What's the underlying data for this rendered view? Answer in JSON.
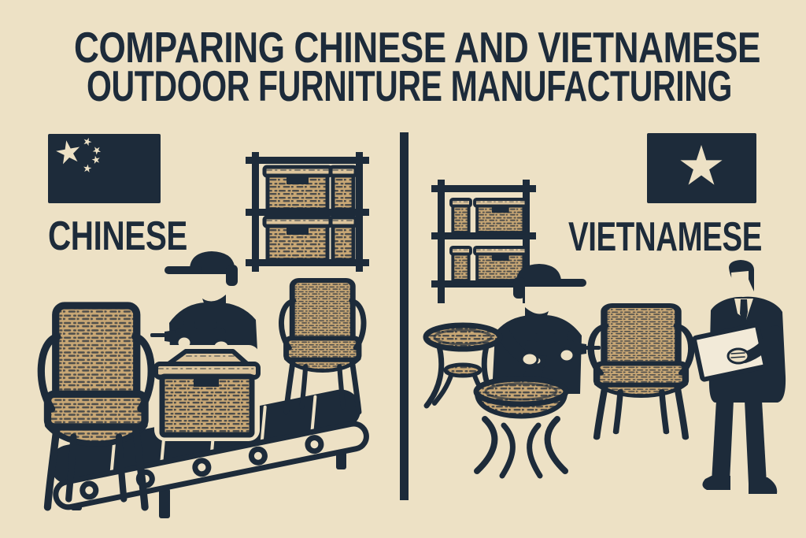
{
  "title": {
    "line1": "COMPARING CHINESE AND VIETNAMESE",
    "line2": "OUTDOOR FURNITURE MANUFACTURING"
  },
  "panels": {
    "left": {
      "label": "CHINESE",
      "flag": "china-flag",
      "elements": [
        "china-flag",
        "storage-rack-with-baskets",
        "assembly-worker-with-drill",
        "wicker-armchair-large",
        "wicker-armchair-small",
        "wicker-storage-box",
        "conveyor-belt"
      ]
    },
    "right": {
      "label": "VIETNAMESE",
      "flag": "vietnam-flag",
      "elements": [
        "vietnam-flag",
        "storage-rack-with-baskets",
        "assembly-worker-with-drill",
        "round-wicker-table-small",
        "round-wicker-table-large",
        "wicker-armchair",
        "inspector-with-clipboard"
      ]
    }
  },
  "colors": {
    "bg": "#ede1c5",
    "ink": "#1d2b3a",
    "wicker": "#c8a775",
    "wicker_light": "#dcc49c",
    "paper": "#f2ead8"
  }
}
